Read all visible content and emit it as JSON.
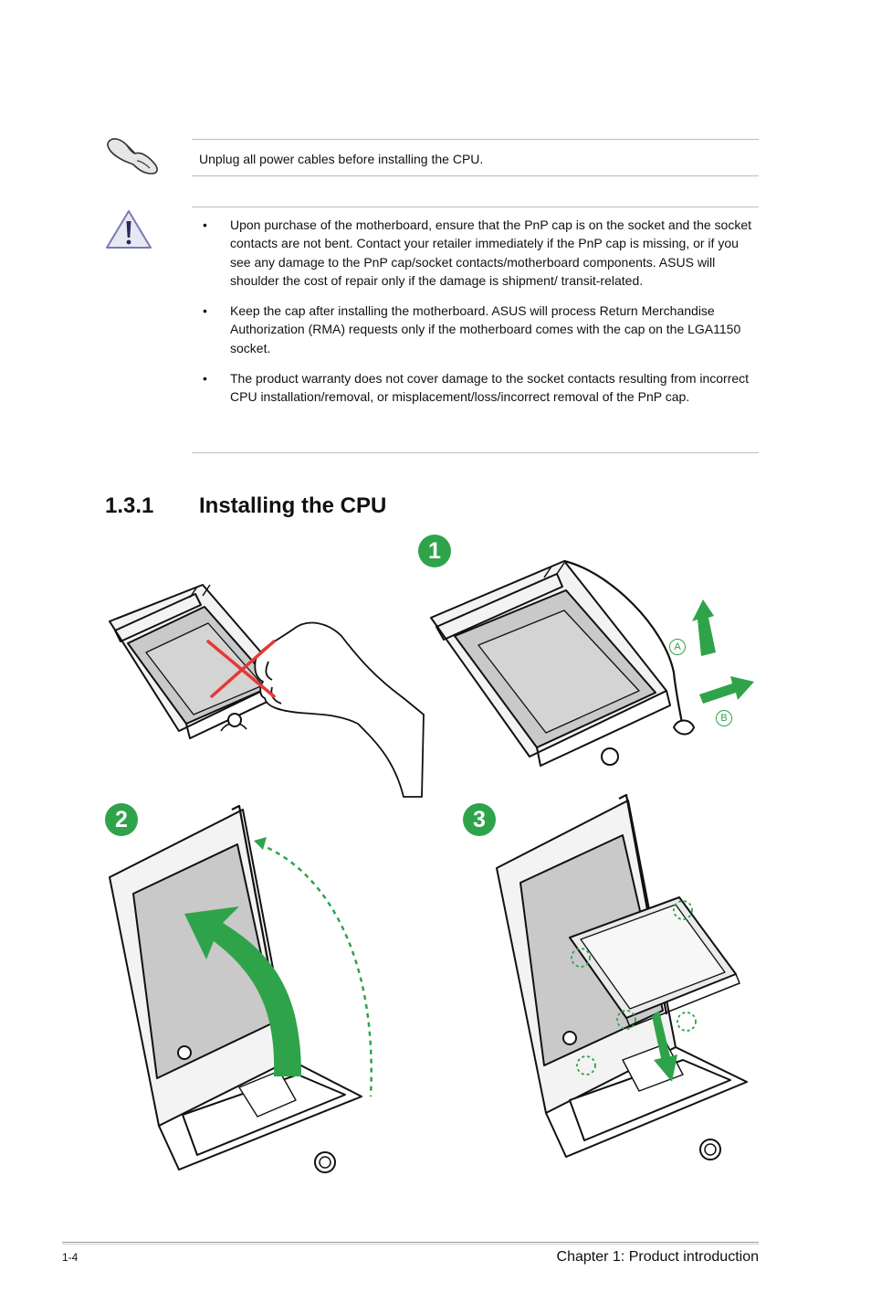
{
  "notes": {
    "warning_text": "Unplug all power cables before installing the CPU.",
    "caution_items": [
      "Upon purchase of the motherboard, ensure that the PnP cap is on the socket and the socket contacts are not bent. Contact your retailer immediately if the PnP cap is missing, or if you see any damage to the PnP cap/socket contacts/motherboard components. ASUS will shoulder the cost of repair only if the damage is shipment/ transit-related.",
      "Keep the cap after installing the motherboard. ASUS will process Return Merchandise Authorization (RMA) requests only if the motherboard comes with the cap on the LGA1150 socket.",
      "The product warranty does not cover damage to the socket contacts resulting from incorrect CPU installation/removal, or misplacement/loss/incorrect removal of the PnP cap."
    ],
    "bullet": "•",
    "icons": {
      "warning": "hand-warning-icon",
      "caution": "exclamation-triangle-icon"
    }
  },
  "section": {
    "number": "1.3.1",
    "title": "Installing the CPU"
  },
  "steps": {
    "step1": "1",
    "step2": "2",
    "step3": "3",
    "label_a": "A",
    "label_b": "B"
  },
  "colors": {
    "accent_green": "#2fa34a",
    "cross_red": "#e53935",
    "cap_gray": "#c9c9c9"
  },
  "footer": {
    "page": "1-4",
    "chapter": "Chapter 1: Product introduction"
  }
}
